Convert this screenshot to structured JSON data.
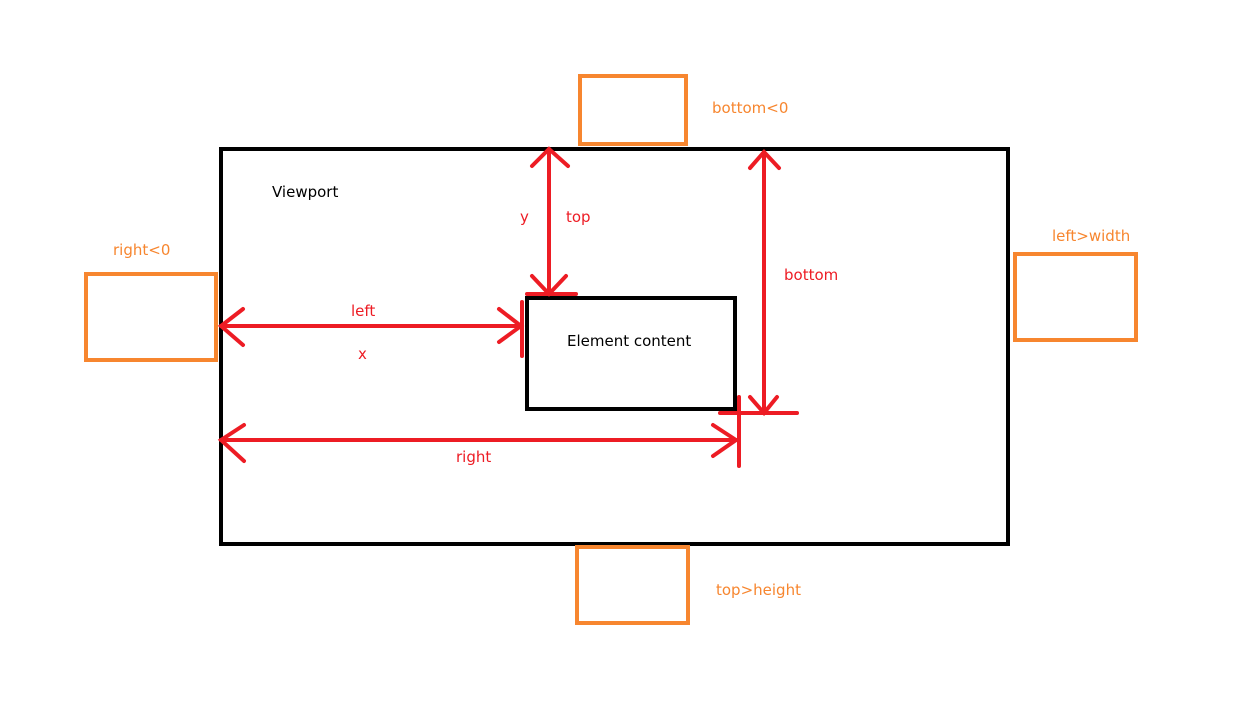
{
  "labels": {
    "viewport": "Viewport",
    "element_content": "Element content",
    "left": "left",
    "x": "x",
    "right": "right",
    "y": "y",
    "top": "top",
    "bottom": "bottom",
    "bottom_lt_0": "bottom<0",
    "right_lt_0": "right<0",
    "left_gt_width": "left>width",
    "top_gt_height": "top>height"
  },
  "colors": {
    "outline": "#000000",
    "arrow": "#ed1c24",
    "offscreen": "#f7862f"
  }
}
